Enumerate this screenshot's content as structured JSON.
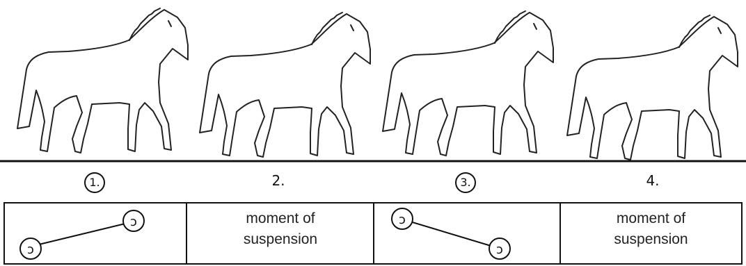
{
  "steps": [
    {
      "label": "1.",
      "circled": true,
      "pattern": "rising"
    },
    {
      "label": "2.",
      "circled": false,
      "line1": "moment of",
      "line2": "suspension"
    },
    {
      "label": "3.",
      "circled": true,
      "pattern": "falling"
    },
    {
      "label": "4.",
      "circled": false,
      "line1": "moment of",
      "line2": "suspension"
    }
  ],
  "footprint_glyph": "ɔ"
}
